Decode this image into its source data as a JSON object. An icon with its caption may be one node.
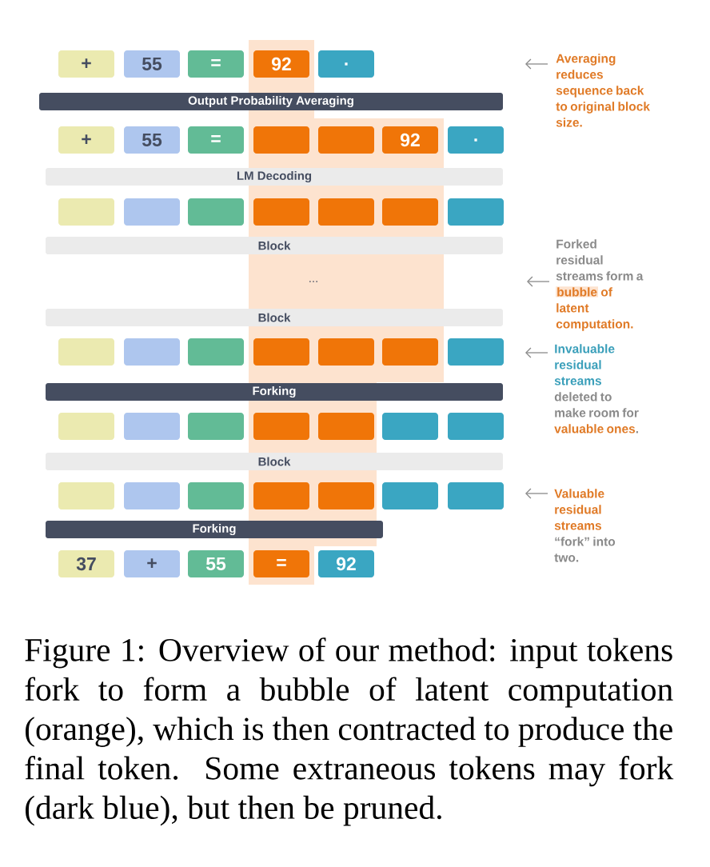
{
  "diagram": {
    "caption": "Figure 1: Overview of our method: input tokens fork to form a bubble of latent computation (orange), which is then contracted to produce the final token. Some extraneous tokens may fork (dark blue), but then be pruned.",
    "nodes": [
      {
        "text": [
          "+"
        ]
      },
      {
        "text": [
          "55"
        ]
      },
      {
        "text": [
          "="
        ]
      },
      {
        "text": [
          "92"
        ]
      },
      {
        "text": [
          "."
        ]
      },
      {
        "text": [
          "Output Probability Averaging"
        ]
      },
      {
        "text": [
          "+"
        ]
      },
      {
        "text": [
          "55"
        ]
      },
      {
        "text": [
          "="
        ]
      },
      {
        "text": [],
        "shape": "box"
      },
      {
        "text": [],
        "shape": "box"
      },
      {
        "text": [
          "92"
        ]
      },
      {
        "text": [
          "."
        ]
      },
      {
        "text": [
          "LM Decoding"
        ]
      },
      {
        "text": [],
        "shape": "box"
      },
      {
        "text": [],
        "shape": "box"
      },
      {
        "text": [],
        "shape": "box"
      },
      {
        "text": [],
        "shape": "box"
      },
      {
        "text": [],
        "shape": "box"
      },
      {
        "text": [],
        "shape": "box"
      },
      {
        "text": [],
        "shape": "box"
      },
      {
        "text": [
          "Block"
        ]
      },
      {
        "text": [
          "Block"
        ]
      },
      {
        "text": [],
        "shape": "box"
      },
      {
        "text": [],
        "shape": "box"
      },
      {
        "text": [],
        "shape": "box"
      },
      {
        "text": [],
        "shape": "box"
      },
      {
        "text": [],
        "shape": "box"
      },
      {
        "text": [],
        "shape": "box"
      },
      {
        "text": [],
        "shape": "box"
      },
      {
        "text": [
          "Forking"
        ]
      },
      {
        "text": [],
        "shape": "box"
      },
      {
        "text": [],
        "shape": "box"
      },
      {
        "text": [],
        "shape": "box"
      },
      {
        "text": [],
        "shape": "box"
      },
      {
        "text": [],
        "shape": "box"
      },
      {
        "text": [],
        "shape": "box"
      },
      {
        "text": [],
        "shape": "box"
      },
      {
        "text": [
          "Block"
        ]
      },
      {
        "text": [],
        "shape": "box"
      },
      {
        "text": [],
        "shape": "box"
      },
      {
        "text": [],
        "shape": "box"
      },
      {
        "text": [],
        "shape": "box"
      },
      {
        "text": [],
        "shape": "box"
      },
      {
        "text": [],
        "shape": "box"
      },
      {
        "text": [],
        "shape": "box"
      },
      {
        "text": [
          "Forking"
        ]
      },
      {
        "text": [
          "37"
        ]
      },
      {
        "text": [
          "+"
        ]
      },
      {
        "text": [
          "55"
        ]
      },
      {
        "text": [
          "="
        ]
      },
      {
        "text": [
          "92"
        ]
      },
      {
        "text": [
          "Averaging reduces sequence back to original block size."
        ]
      },
      {
        "text": [
          "Forked residual streams form a",
          "bubble",
          "of latent computation."
        ]
      },
      {
        "text": [
          "Invaluable residual streams",
          "deleted to make room for",
          "valuable ones",
          "."
        ]
      },
      {
        "text": [
          "Valuable residual streams",
          "“fork” into two."
        ]
      }
    ],
    "edges": [
      {
        "from": 52,
        "to": null,
        "arrow": "to"
      },
      {
        "from": 53,
        "to": null,
        "arrow": "to"
      },
      {
        "from": 54,
        "to": null,
        "arrow": "to"
      },
      {
        "from": 55,
        "to": null,
        "arrow": "to"
      }
    ],
    "labels": [
      "..."
    ]
  }
}
